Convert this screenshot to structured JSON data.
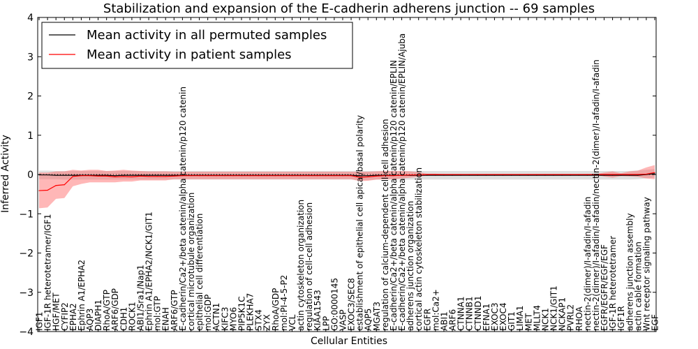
{
  "chart_data": {
    "type": "line",
    "title": "Stabilization and expansion of the E-cadherin adherens junction -- 69 samples",
    "xlabel": "Cellular Entities",
    "ylabel": "Inferred Activity",
    "ylim": [
      -4,
      4
    ],
    "yticks": [
      -4,
      -3,
      -2,
      -1,
      0,
      1,
      2,
      3,
      4
    ],
    "categories": [
      "IGF1",
      "IGF-1R heterotetramer/IGF1",
      "HGF/MET",
      "CYFIP2",
      "EPHA2",
      "Ephrin A1/EPHA2",
      "AQP3",
      "DIAPH1",
      "RhoA/GTP",
      "ARF6/GDP",
      "CDH1",
      "ROCK1",
      "ABI1/Sra1/Nap1",
      "Ephrin A1/EPHA2/NCK1/GIT1",
      "mol:GTP",
      "ENAH",
      "ARF6/GTP",
      "E-cadherin/Ca2+/beta catenin/alpha catenin/p120 catenin",
      "cortical microtubule organization",
      "epithelial cell differentiation",
      "mol:GDP",
      "ACTN1",
      "KIFC3",
      "MYO6",
      "PIP5K1C",
      "PLEKHA7",
      "STX4",
      "ZYX",
      "RhoA/GDP",
      "mol:PI-4-5-P2",
      "VCL",
      "actin cytoskeleton organization",
      "regulation of cell-cell adhesion",
      "KIAA1543",
      "LPP",
      "GO:0000145",
      "VASP",
      "EXOC3/SEC8",
      "establishment of epithelial cell apical/basal polarity",
      "AQP5",
      "MGAT3",
      "regulation of calcium-dependent cell-cell adhesion",
      "E-cadherin/Ca2+/beta catenin/alpha catenin/p120 catenin/EPLIN",
      "E-cadherin/Ca2+/beta catenin/alpha catenin/p120 catenin/EPLIN/Ajuba",
      "adherens junction organization",
      "cortical actin cytoskeleton stabilization",
      "EGFR",
      "mol:Ca2+",
      "ABI1",
      "ARF6",
      "CTNNA1",
      "CTNNB1",
      "CTNND1",
      "EFNA1",
      "EXOC3",
      "EXOC4",
      "GIT1",
      "LIMA1",
      "MET",
      "MLLT4",
      "NCK1",
      "NCK1/GIT1",
      "NCKAP1",
      "PVRL2",
      "RHOA",
      "nectin-2(dimer)/I-afadin/I-afadin",
      "nectin-2(dimer)/I-afadin/I-afadin/nectin-2(dimer)/I-afadin/I-afadin",
      "EGFR/EGFR/EGF/EGF",
      "IGF-1R heterotetramer",
      "IGF1R",
      "adherens junction assembly",
      "actin cable formation",
      "Wnt receptor signaling pathway",
      "EGF"
    ],
    "series": [
      {
        "name": "Mean activity in all permuted samples",
        "color": "#000000",
        "band_color": "#c0c0c0",
        "values": [
          -0.01,
          -0.01,
          -0.02,
          -0.02,
          -0.02,
          -0.02,
          -0.02,
          -0.02,
          -0.02,
          -0.03,
          -0.02,
          -0.02,
          -0.02,
          -0.02,
          -0.02,
          -0.02,
          -0.02,
          -0.02,
          -0.02,
          -0.02,
          -0.02,
          -0.02,
          -0.02,
          -0.02,
          -0.02,
          -0.02,
          -0.02,
          -0.02,
          -0.02,
          -0.02,
          -0.02,
          -0.02,
          -0.02,
          -0.02,
          -0.02,
          -0.02,
          -0.02,
          -0.02,
          -0.03,
          -0.03,
          -0.02,
          -0.02,
          -0.02,
          -0.02,
          -0.02,
          -0.02,
          -0.02,
          -0.02,
          -0.02,
          -0.02,
          -0.02,
          -0.02,
          -0.02,
          -0.02,
          -0.02,
          -0.02,
          -0.02,
          -0.02,
          -0.02,
          -0.02,
          -0.02,
          -0.02,
          -0.02,
          -0.02,
          -0.02,
          -0.02,
          -0.02,
          -0.02,
          -0.02,
          -0.02,
          -0.02,
          -0.02,
          0.0,
          0.02
        ],
        "band_low": [
          -0.12,
          -0.12,
          -0.12,
          -0.13,
          -0.13,
          -0.13,
          -0.13,
          -0.13,
          -0.13,
          -0.13,
          -0.13,
          -0.13,
          -0.13,
          -0.13,
          -0.13,
          -0.13,
          -0.13,
          -0.13,
          -0.13,
          -0.13,
          -0.13,
          -0.13,
          -0.13,
          -0.13,
          -0.13,
          -0.13,
          -0.13,
          -0.13,
          -0.13,
          -0.13,
          -0.13,
          -0.13,
          -0.13,
          -0.13,
          -0.13,
          -0.13,
          -0.13,
          -0.13,
          -0.14,
          -0.14,
          -0.13,
          -0.13,
          -0.13,
          -0.13,
          -0.13,
          -0.13,
          -0.13,
          -0.13,
          -0.13,
          -0.13,
          -0.13,
          -0.13,
          -0.13,
          -0.13,
          -0.13,
          -0.13,
          -0.13,
          -0.13,
          -0.13,
          -0.13,
          -0.13,
          -0.13,
          -0.13,
          -0.13,
          -0.13,
          -0.13,
          -0.13,
          -0.13,
          -0.13,
          -0.13,
          -0.13,
          -0.12,
          -0.1,
          -0.08
        ],
        "band_high": [
          0.1,
          0.1,
          0.09,
          0.09,
          0.09,
          0.09,
          0.09,
          0.09,
          0.09,
          0.09,
          0.09,
          0.09,
          0.09,
          0.09,
          0.09,
          0.09,
          0.09,
          0.09,
          0.09,
          0.09,
          0.09,
          0.09,
          0.09,
          0.09,
          0.09,
          0.09,
          0.09,
          0.09,
          0.09,
          0.09,
          0.09,
          0.09,
          0.09,
          0.09,
          0.09,
          0.09,
          0.09,
          0.09,
          0.09,
          0.09,
          0.09,
          0.09,
          0.09,
          0.09,
          0.09,
          0.09,
          0.09,
          0.09,
          0.09,
          0.09,
          0.09,
          0.09,
          0.09,
          0.09,
          0.09,
          0.09,
          0.09,
          0.09,
          0.09,
          0.09,
          0.09,
          0.09,
          0.09,
          0.09,
          0.09,
          0.09,
          0.09,
          0.09,
          0.09,
          0.09,
          0.09,
          0.1,
          0.12,
          0.14
        ]
      },
      {
        "name": "Mean activity in patient samples",
        "color": "#ff0000",
        "band_color": "#ff6060",
        "values": [
          -0.41,
          -0.4,
          -0.28,
          -0.26,
          -0.05,
          -0.03,
          -0.03,
          -0.04,
          -0.04,
          -0.06,
          -0.05,
          -0.06,
          -0.04,
          -0.05,
          -0.05,
          -0.05,
          -0.04,
          -0.03,
          -0.03,
          -0.03,
          -0.03,
          -0.03,
          -0.03,
          -0.03,
          -0.03,
          -0.03,
          -0.03,
          -0.03,
          -0.03,
          -0.03,
          -0.03,
          -0.03,
          -0.03,
          -0.03,
          -0.03,
          -0.03,
          -0.03,
          -0.03,
          -0.07,
          -0.06,
          -0.04,
          -0.03,
          -0.03,
          -0.02,
          -0.01,
          -0.01,
          0.0,
          0.0,
          0.0,
          0.0,
          0.0,
          0.0,
          0.0,
          0.0,
          0.0,
          0.0,
          0.0,
          0.0,
          0.0,
          0.0,
          0.0,
          0.0,
          0.0,
          0.0,
          0.0,
          0.0,
          0.0,
          0.0,
          0.0,
          0.0,
          0.0,
          0.0,
          0.01,
          0.05
        ],
        "band_low": [
          -0.86,
          -0.84,
          -0.62,
          -0.6,
          -0.3,
          -0.24,
          -0.2,
          -0.2,
          -0.2,
          -0.2,
          -0.18,
          -0.18,
          -0.15,
          -0.15,
          -0.15,
          -0.15,
          -0.12,
          -0.12,
          -0.12,
          -0.12,
          -0.12,
          -0.12,
          -0.12,
          -0.12,
          -0.12,
          -0.12,
          -0.12,
          -0.12,
          -0.12,
          -0.12,
          -0.12,
          -0.12,
          -0.12,
          -0.12,
          -0.12,
          -0.12,
          -0.12,
          -0.12,
          -0.17,
          -0.16,
          -0.13,
          -0.12,
          -0.12,
          -0.1,
          -0.08,
          -0.06,
          -0.02,
          -0.02,
          -0.01,
          -0.01,
          -0.01,
          -0.01,
          -0.01,
          -0.01,
          -0.01,
          -0.01,
          -0.01,
          -0.01,
          -0.01,
          -0.01,
          -0.01,
          -0.01,
          -0.01,
          -0.01,
          -0.01,
          -0.01,
          -0.01,
          -0.05,
          -0.08,
          -0.04,
          -0.05,
          -0.06,
          -0.1,
          -0.12
        ],
        "band_high": [
          0.05,
          0.05,
          0.08,
          0.08,
          0.12,
          0.1,
          0.12,
          0.12,
          0.09,
          0.1,
          0.12,
          0.1,
          0.09,
          0.08,
          0.08,
          0.08,
          0.07,
          0.07,
          0.07,
          0.07,
          0.07,
          0.07,
          0.07,
          0.07,
          0.07,
          0.07,
          0.07,
          0.07,
          0.07,
          0.07,
          0.07,
          0.07,
          0.07,
          0.07,
          0.07,
          0.07,
          0.07,
          0.07,
          0.07,
          0.07,
          0.08,
          0.09,
          0.09,
          0.09,
          0.08,
          0.06,
          0.02,
          0.02,
          0.01,
          0.01,
          0.01,
          0.01,
          0.01,
          0.01,
          0.01,
          0.01,
          0.01,
          0.01,
          0.01,
          0.01,
          0.01,
          0.01,
          0.01,
          0.01,
          0.01,
          0.01,
          0.01,
          0.05,
          0.08,
          0.03,
          0.08,
          0.1,
          0.18,
          0.24
        ]
      }
    ],
    "grid": false,
    "legend_position": "top-left",
    "zero_line": "dotted"
  }
}
